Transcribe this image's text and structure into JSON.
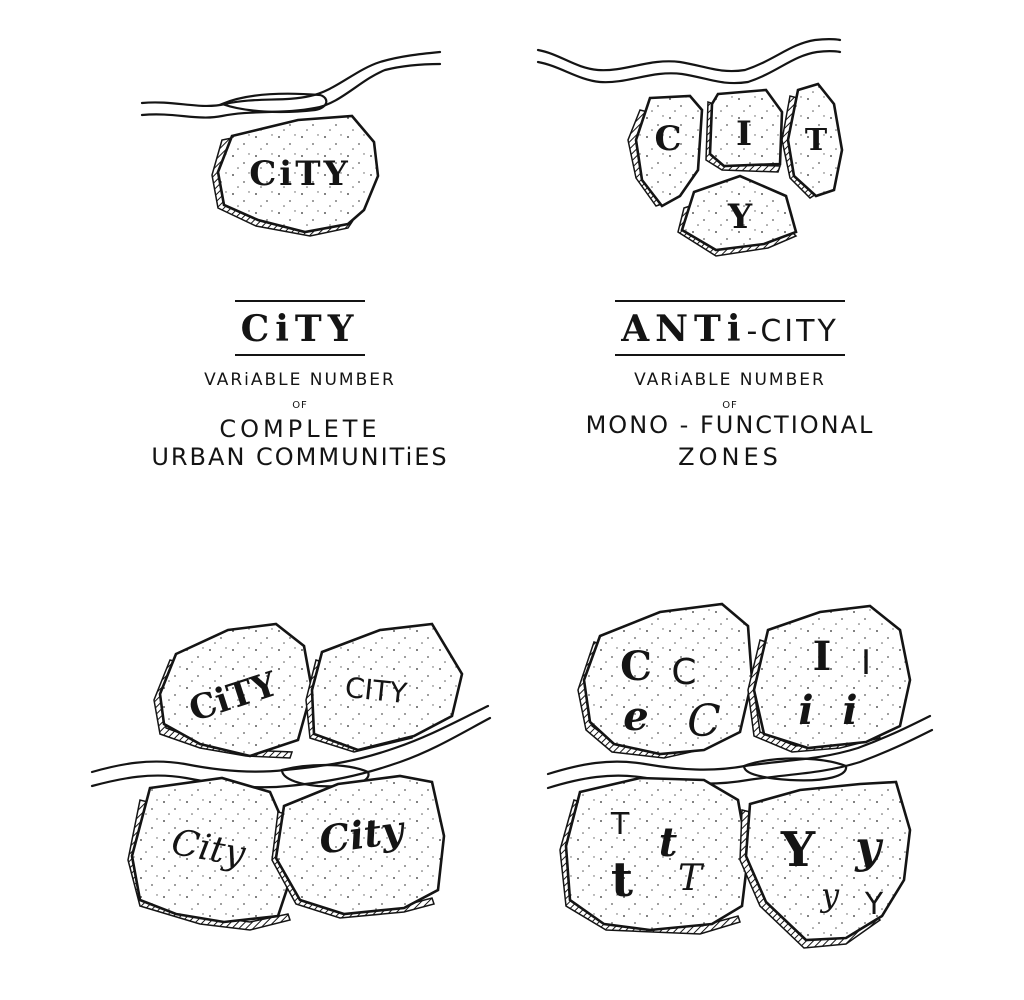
{
  "panels": {
    "city": {
      "stone_label": "CiTY",
      "title_main": "CiTY",
      "title_rest": "",
      "line1": "VARiABLE NUMBER",
      "of": "OF",
      "line2": "COMPLETE",
      "line3": "URBAN COMMUNITiES"
    },
    "anticity": {
      "stone_labels": [
        "C",
        "I",
        "T",
        "Y"
      ],
      "title_main": "ANTi",
      "title_rest": "-CITY",
      "line1": "VARiABLE NUMBER",
      "of": "OF",
      "line2": "MONO - FUNCTIONAL",
      "line3": "ZONES"
    }
  },
  "bottom_left_labels": [
    "CiTY",
    "CITY",
    "City",
    "City"
  ],
  "bottom_right_labels": {
    "c": [
      "C",
      "C",
      "e",
      "C"
    ],
    "i": [
      "I",
      "I",
      "i",
      "i"
    ],
    "t": [
      "T",
      "t",
      "t",
      "T"
    ],
    "y": [
      "Y",
      "y",
      "y",
      "Y"
    ]
  },
  "colors": {
    "ink": "#141414",
    "paper": "#ffffff"
  }
}
